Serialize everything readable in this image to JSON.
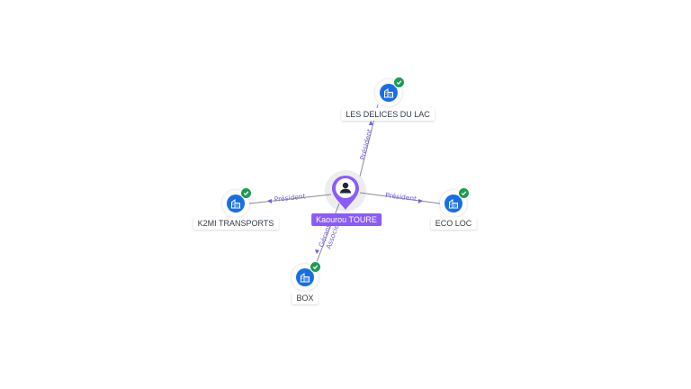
{
  "center": {
    "name": "Kaourou TOURE",
    "icon": "person-icon",
    "color": "#8b5cf6"
  },
  "companies": [
    {
      "id": "les-delices-du-lac",
      "name": "LES DELICES DU LAC",
      "icon": "building-icon",
      "status_icon": "check-icon"
    },
    {
      "id": "k2mi-transports",
      "name": "K2MI TRANSPORTS",
      "icon": "building-icon",
      "status_icon": "check-icon"
    },
    {
      "id": "eco-loc",
      "name": "ECO LOC",
      "icon": "building-icon",
      "status_icon": "check-icon"
    },
    {
      "id": "box",
      "name": "BOX",
      "icon": "building-icon",
      "status_icon": "check-icon"
    }
  ],
  "relations": [
    {
      "to": "les-delices-du-lac",
      "label": "Président"
    },
    {
      "to": "k2mi-transports",
      "label": "Président"
    },
    {
      "to": "eco-loc",
      "label": "Président"
    },
    {
      "to": "box",
      "label": "Gérant",
      "label2": "Associé"
    }
  ],
  "colors": {
    "company": "#1a6fe0",
    "verified": "#1f9a55",
    "relation_label": "#6f63d9",
    "edge": "#8a8a9a"
  }
}
